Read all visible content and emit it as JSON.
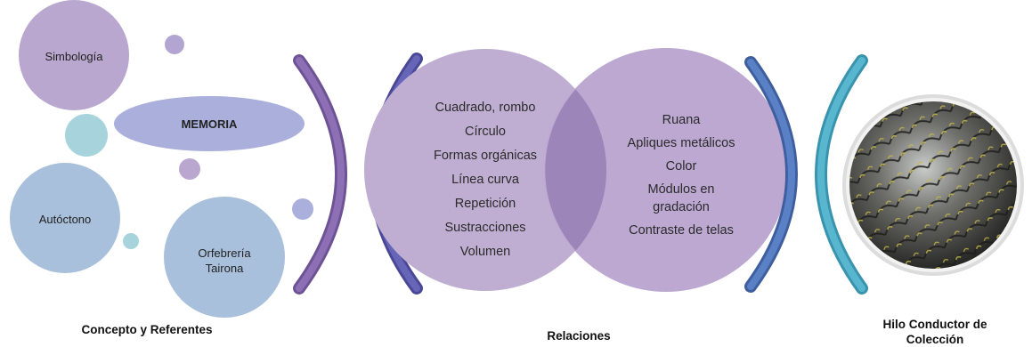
{
  "concepts": {
    "symbology": "Simbología",
    "memory": "MEMORIA",
    "autochthonous": "Autóctono",
    "goldsmithing": "Orfebrería Tairona"
  },
  "relations": {
    "left_items": [
      "Cuadrado, rombo",
      "Círculo",
      "Formas orgánicas",
      "Línea curva",
      "Repetición",
      "Sustracciones",
      "Volumen"
    ],
    "right_items": [
      "Ruana",
      "Apliques metálicos",
      "Color",
      "Módulos en gradación",
      "Contraste de telas"
    ]
  },
  "captions": {
    "concept": "Concepto y Referentes",
    "relations": "Relaciones",
    "thread": "Hilo Conductor de Colección"
  },
  "colors": {
    "circle_lilac": "#b9a7cf",
    "circle_blue": "#a9c0dc",
    "memory_ellipse": "#aab0db",
    "teal_dot": "#a7d3dd",
    "venn_left": "#bfaed2",
    "venn_right": "#bca8d1",
    "venn_overlap": "#9c85b8",
    "bracket_purple": "#7e61a4",
    "bracket_indigo": "#5a58a8",
    "bracket_blue": "#4f73b8",
    "bracket_teal": "#49a9c4"
  },
  "image": {
    "icon": "textile-metal-scales-photo"
  }
}
